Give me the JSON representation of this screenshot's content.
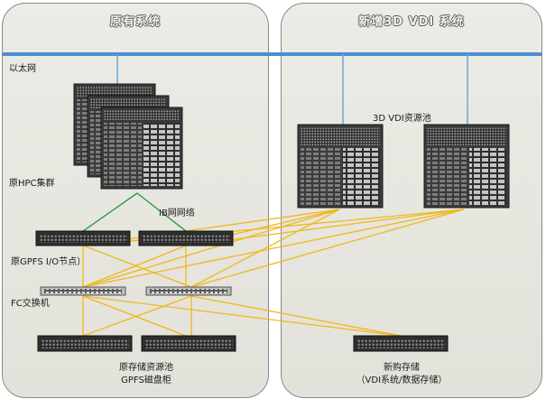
{
  "titles": {
    "left": "原有系统",
    "right": "新增3D VDI 系统"
  },
  "labels": {
    "ethernet": "以太网",
    "hpc_cluster": "原HPC集群",
    "ib_network": "IB网网络",
    "gpfs_nodes": "原GPFS I/O节点）",
    "fc_switch": "FC交换机",
    "storage_pool_line1": "原存储资源池",
    "storage_pool_line2": "GPFS磁盘柜",
    "vdi_pool": "3D VDI资源池",
    "new_storage_line1": "新购存储",
    "new_storage_line2": "（VDI系统/数据存储）"
  },
  "colors": {
    "bus": "#4a8fd0",
    "drop": "#6fa6d8",
    "ib_link": "#2e9b47",
    "fc_link": "#f0b81a",
    "rack": "#3a3a3a",
    "panel": "#e6e5df"
  }
}
